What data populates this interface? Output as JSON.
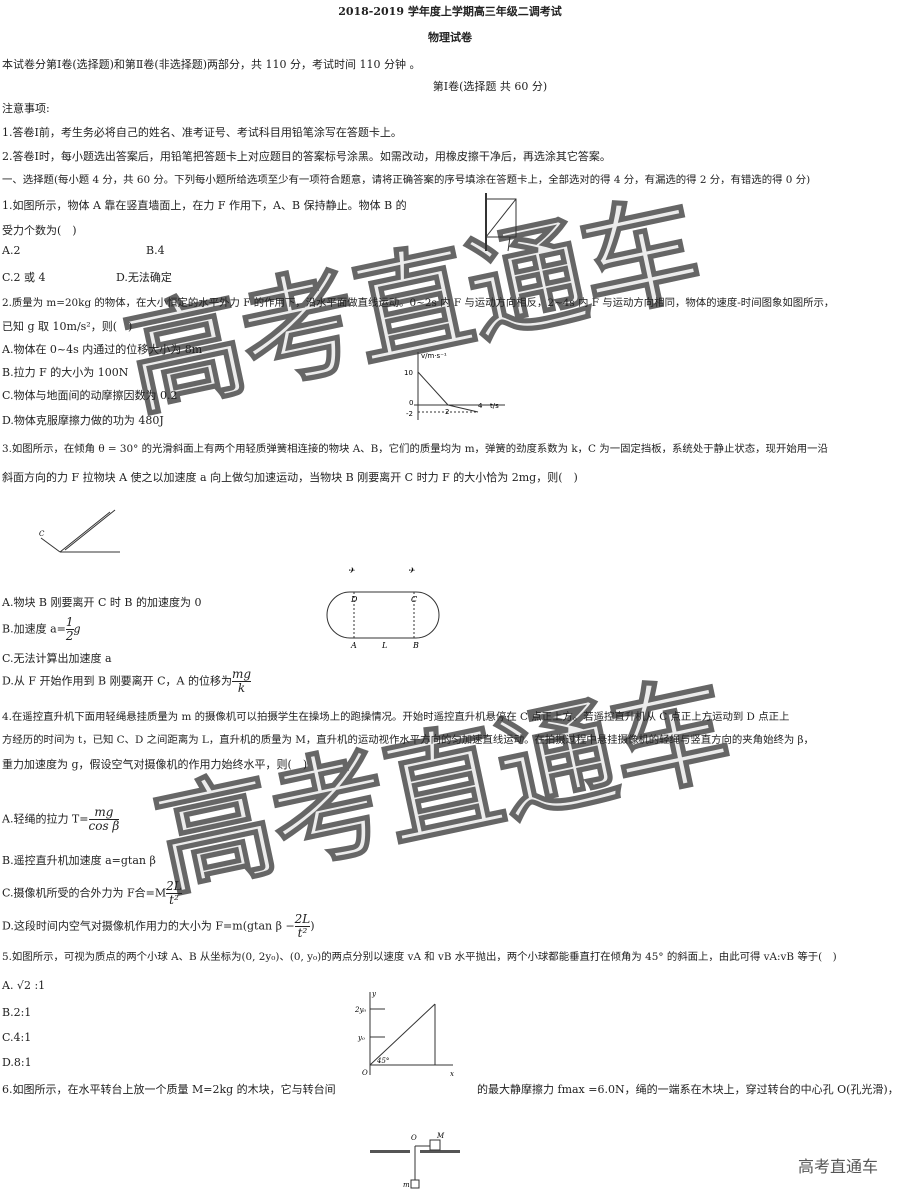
{
  "header": {
    "title": "2018-2019 学年度上学期高三年级二调考试",
    "subject": "物理试卷"
  },
  "intro": "本试卷分第Ⅰ卷(选择题)和第Ⅱ卷(非选择题)两部分，共 110 分，考试时间 110 分钟 。",
  "section1_title": "第Ⅰ卷(选择题 共 60 分)",
  "notes": {
    "label": "注意事项:",
    "items": [
      "1.答卷Ⅰ前，考生务必将自己的姓名、准考证号、考试科目用铅笔涂写在答题卡上。",
      "2.答卷Ⅰ时，每小题选出答案后，用铅笔把答题卡上对应题目的答案标号涂黑。如需改动，用橡皮擦干净后，再选涂其它答案。"
    ]
  },
  "part1": "一、选择题(每小题 4 分，共 60 分。下列每小题所给选项至少有一项符合题意，请将正确答案的序号填涂在答题卡上，全部选对的得 4 分，有漏选的得 2 分，有错选的得 0 分)",
  "q1": {
    "lines": [
      "1.如图所示，物体 A 靠在竖直墙面上，在力 F 作用下，A、B 保持静止。物体 B 的",
      "受力个数为(　)"
    ],
    "options": [
      "A.2",
      "B.4",
      "C.2 或 4",
      "D.无法确定"
    ]
  },
  "q2": {
    "lines": [
      "2.质量为 m=20kg 的物体，在大小恒定的水平外力 F 的作用下，沿水平面做直线运动。0~2s 内 F 与运动方向相反，2~4s 内 F 与运动方向相同，物体的速度-时间图象如图所示，",
      "已知 g 取 10m/s²，则(　)"
    ],
    "options": [
      "A.物体在 0~4s 内通过的位移大小为 8m",
      "B.拉力 F 的大小为 100N",
      "C.物体与地面间的动摩擦因数为 0.2",
      "D.物体克服摩擦力做的功为 480J"
    ],
    "graph": {
      "ylabel": "v/m·s⁻¹",
      "xlabel": "t/s",
      "ticks": [
        "10",
        "0",
        "-2",
        "2",
        "4"
      ]
    }
  },
  "q3": {
    "lines": [
      "3.如图所示，在倾角 θ = 30° 的光滑斜面上有两个用轻质弹簧相连接的物块 A、B，它们的质量均为 m，弹簧的劲度系数为 k，C 为一固定挡板，系统处于静止状态，现开始用一沿",
      "斜面方向的力 F 拉物块 A 使之以加速度 a 向上做匀加速运动，当物块 B 刚要离开 C 时力 F 的大小恰为 2mg，则(　)"
    ],
    "options": [
      "A.物块 B 刚要离开 C 时 B 的加速度为 0",
      "B.加速度 a=",
      "C.无法计算出加速度 a",
      "D.从 F 开始作用到 B 刚要离开 C，A 的位移为"
    ],
    "optB_frac": [
      "1",
      "2"
    ],
    "optB_tail": "g",
    "optD_frac": [
      "mg",
      "k"
    ],
    "fig_labels": [
      "D",
      "C",
      "A",
      "L",
      "B"
    ]
  },
  "q4": {
    "lines": [
      "4.在遥控直升机下面用轻绳悬挂质量为 m 的摄像机可以拍摄学生在操场上的跑操情况。开始时遥控直升机悬停在 C 点正上方。若遥控直升机从 C 点正上方运动到 D 点正上",
      "方经历的时间为 t，已知 C、D 之间距离为 L，直升机的质量为 M，直升机的运动视作水平方向的匀加速直线运动。在拍摄过程中悬挂摄像机的轻绳与竖直方向的夹角始终为 β，",
      "重力加速度为 g，假设空气对摄像机的作用力始终水平，则(　)"
    ],
    "options": [
      "A.轻绳的拉力 T=",
      "B.遥控直升机加速度 a=gtan β",
      "C.摄像机所受的合外力为 F合=M",
      "D.这段时间内空气对摄像机作用力的大小为 F=m(gtan β −"
    ],
    "optA_frac": [
      "mg",
      "cos β"
    ],
    "optC_frac": [
      "2L",
      "t²"
    ],
    "optD_frac": [
      "2L",
      "t²"
    ]
  },
  "q5": {
    "line": "5.如图所示，可视为质点的两个小球 A、B 从坐标为(0, 2y₀)、(0, y₀)的两点分别以速度 vA 和 vB 水平抛出，两个小球都能垂直打在倾角为 45° 的斜面上，由此可得 vA:vB 等于(　)",
    "options": [
      "A. √2 :1",
      "B.2:1",
      "C.4:1",
      "D.8:1"
    ],
    "fig_labels": [
      "y",
      "2y₀",
      "y₀",
      "O",
      "45°",
      "x"
    ]
  },
  "q6": {
    "line_a": "6.如图所示，在水平转台上放一个质量 M=2kg 的木块，它与转台间",
    "line_b": "的最大静摩擦力 fmax =6.0N，绳的一端系在木块上，穿过转台的中心孔 O(孔光滑)，",
    "fig_labels": [
      "O",
      "M",
      "m"
    ]
  },
  "watermark": "高考直通车",
  "logo": "高考直通车"
}
